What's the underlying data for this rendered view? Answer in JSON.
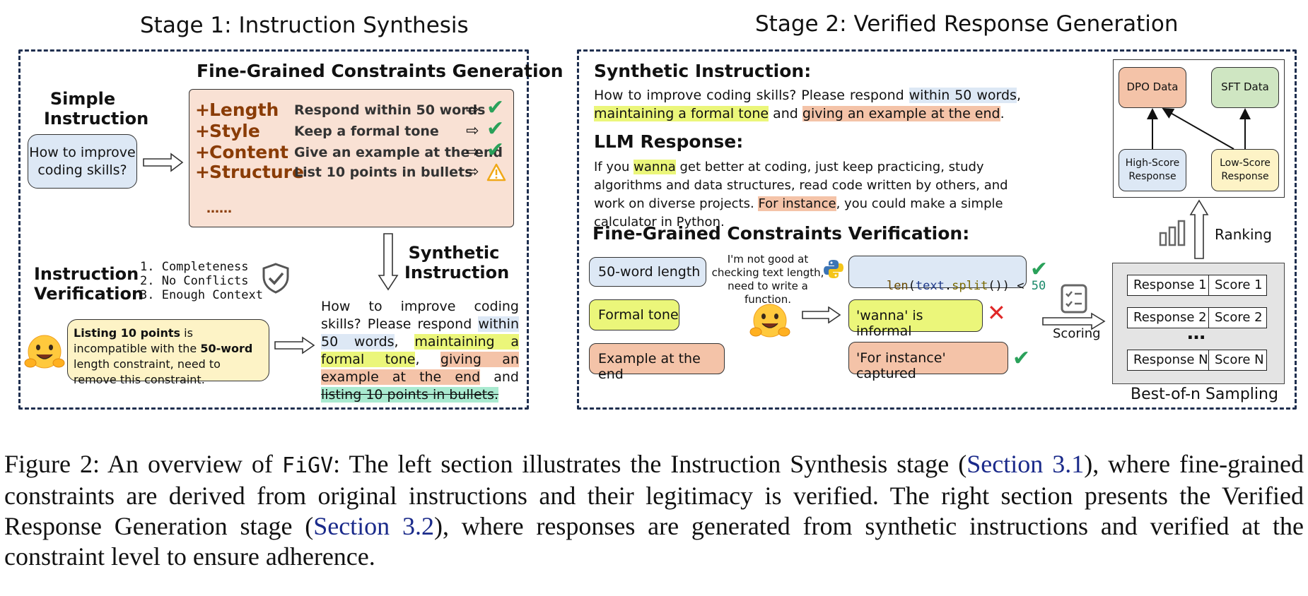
{
  "stage1": {
    "title": "Stage 1: Instruction Synthesis",
    "simple_instruction_label": "Simple\nInstruction",
    "simple_instruction_text": "How to improve coding skills?",
    "fine_grained_title": "Fine-Grained Constraints Generation",
    "constraints": [
      {
        "name": "Length",
        "desc": "Respond within 50 words",
        "status": "ok"
      },
      {
        "name": "Style",
        "desc": "Keep a formal tone",
        "status": "ok"
      },
      {
        "name": "Content",
        "desc": "Give an example at the end",
        "status": "ok"
      },
      {
        "name": "Structure",
        "desc": "List 10 points in bullets",
        "status": "warning"
      }
    ],
    "more": "……",
    "verification_label": "Instruction\nVerification",
    "verification_checks": [
      "1. Completeness",
      "2. No Conflicts",
      "3. Enough Context"
    ],
    "bubble": {
      "b1": "Listing 10 points",
      "t1": " is incompatible with the ",
      "b2": "50-word",
      "t2": " length constraint, need to remove this constraint."
    },
    "synthetic_label": "Synthetic\nInstruction",
    "synthetic": {
      "p1": "How to improve coding skills? Please respond ",
      "s1": "within 50 words",
      "p2": ", ",
      "s2": "maintaining a formal tone",
      "p3": ", ",
      "s3": "giving an example at the end",
      "p4": " and ",
      "s4": "listing 10 points in bullets."
    }
  },
  "stage2": {
    "title": "Stage 2: Verified Response Generation",
    "synthetic_heading": "Synthetic Instruction:",
    "instruction": {
      "p1": "How to improve coding skills? Please respond ",
      "s1": "within 50 words",
      "p2": ", ",
      "s2": "maintaining a formal tone",
      "p3": " and ",
      "s3": "giving an example at the end",
      "p4": "."
    },
    "llm_heading": "LLM Response:",
    "response": {
      "p1": "If you ",
      "s1": "wanna",
      "p2": " get better at coding, just keep practicing, study algorithms and data structures, read code written by others, and work on diverse projects. ",
      "s2": "For instance",
      "p3": ", you could make a simple calculator in Python."
    },
    "verification_heading": "Fine-Grained Constraints Verification:",
    "constraints": [
      "50-word length",
      "Formal tone",
      "Example at the end"
    ],
    "thought": "I'm not good at\nchecking text length,\nneed to write a function.",
    "code": {
      "fn": "len",
      "p1": "(",
      "var": "text",
      "p2": ".",
      "method": "split",
      "p3": "()) < ",
      "num": "50"
    },
    "results": [
      "'wanna' is informal",
      "'For instance' captured"
    ],
    "scoring_label": "Scoring",
    "ranking_label": "Ranking",
    "best_of_n_label": "Best-of-n Sampling",
    "responses": [
      {
        "name": "Response 1",
        "score": "Score 1"
      },
      {
        "name": "Response 2",
        "score": "Score 2"
      },
      {
        "name": "Response N",
        "score": "Score N"
      }
    ],
    "ellipsis": "…",
    "data_boxes": {
      "dpo": "DPO Data",
      "sft": "SFT Data",
      "high": "High-Score\nResponse",
      "low": "Low-Score\nResponse"
    }
  },
  "caption": {
    "prefix": "Figure 2: An overview of ",
    "name": "FiGV",
    "t1": ": The left section illustrates the Instruction Synthesis stage (",
    "link1": "Section 3.1",
    "t2": "), where fine-grained constraints are derived from original instructions and their legitimacy is verified. The right section presents the Verified Response Generation stage (",
    "link2": "Section 3.2",
    "t3": "), where responses are generated from synthetic instructions and verified at the constraint level to ensure adherence."
  },
  "colors": {
    "dashed_border": "#1f2f4f",
    "constraint_panel": "#f9e1d4",
    "constraint_name": "#8a3c06",
    "blue_box": "#dde8f5",
    "yellow_box": "#ebf67a",
    "orange_box": "#f4c3a8",
    "green_box": "#cfe6c2",
    "cream_box": "#fdf3c6",
    "check": "#2aa15a",
    "cross": "#e02727",
    "warning": "#f0a818",
    "link": "#1a2a8a"
  },
  "icons": [
    "right-arrow-icon",
    "down-arrow-icon",
    "up-arrow-icon",
    "check-icon",
    "warning-icon",
    "cross-icon",
    "shield-check-icon",
    "hugging-face-icon",
    "python-logo-icon",
    "checklist-icon",
    "bar-chart-icon"
  ]
}
